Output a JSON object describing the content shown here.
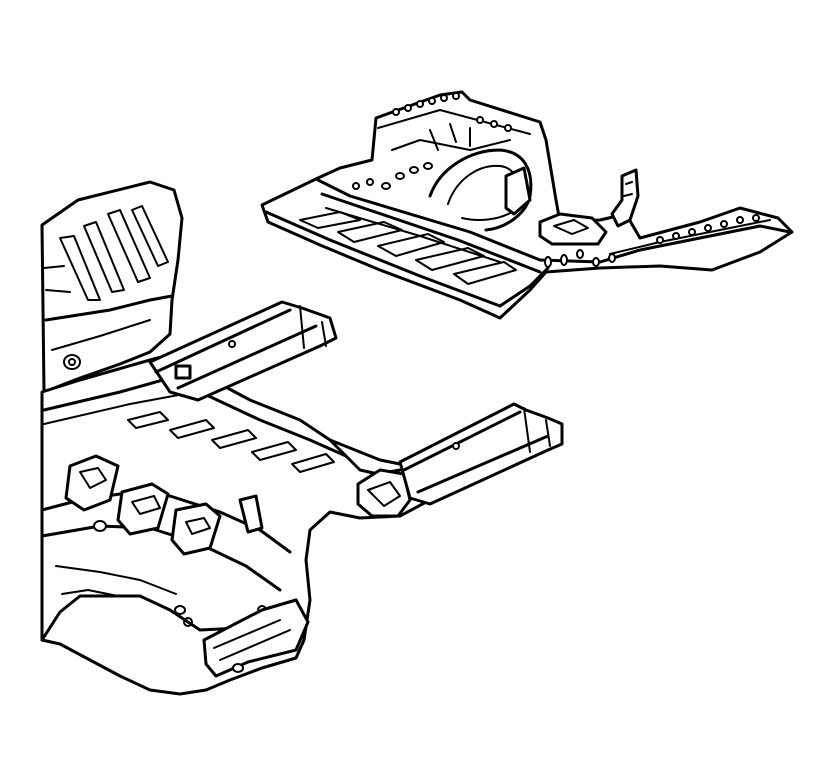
{
  "diagram": {
    "style": "black line-art on white",
    "stroke_color": "#000000",
    "background_color": "#ffffff",
    "parts": [
      {
        "id": "rear-floor-pan",
        "label": ""
      },
      {
        "id": "front-floor-and-dash",
        "label": ""
      },
      {
        "id": "left-frame-rail",
        "label": ""
      },
      {
        "id": "right-frame-rail",
        "label": ""
      }
    ]
  }
}
